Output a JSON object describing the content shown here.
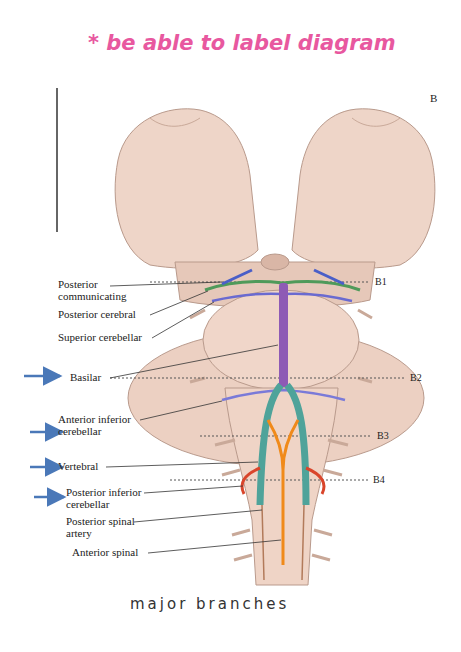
{
  "diagram": {
    "labels": [
      "* be able to label diagram",
      "B",
      "Posterior communicating",
      "B1",
      "Posterior cerebral",
      "Superior cerebellar",
      "Basilar",
      "B2",
      "Anterior inferior cerebellar",
      "B3",
      "Vertebral",
      "B4",
      "Posterior inferior cerebellar",
      "Posterior spinal artery",
      "Anterior spinal",
      "major branches"
    ]
  }
}
